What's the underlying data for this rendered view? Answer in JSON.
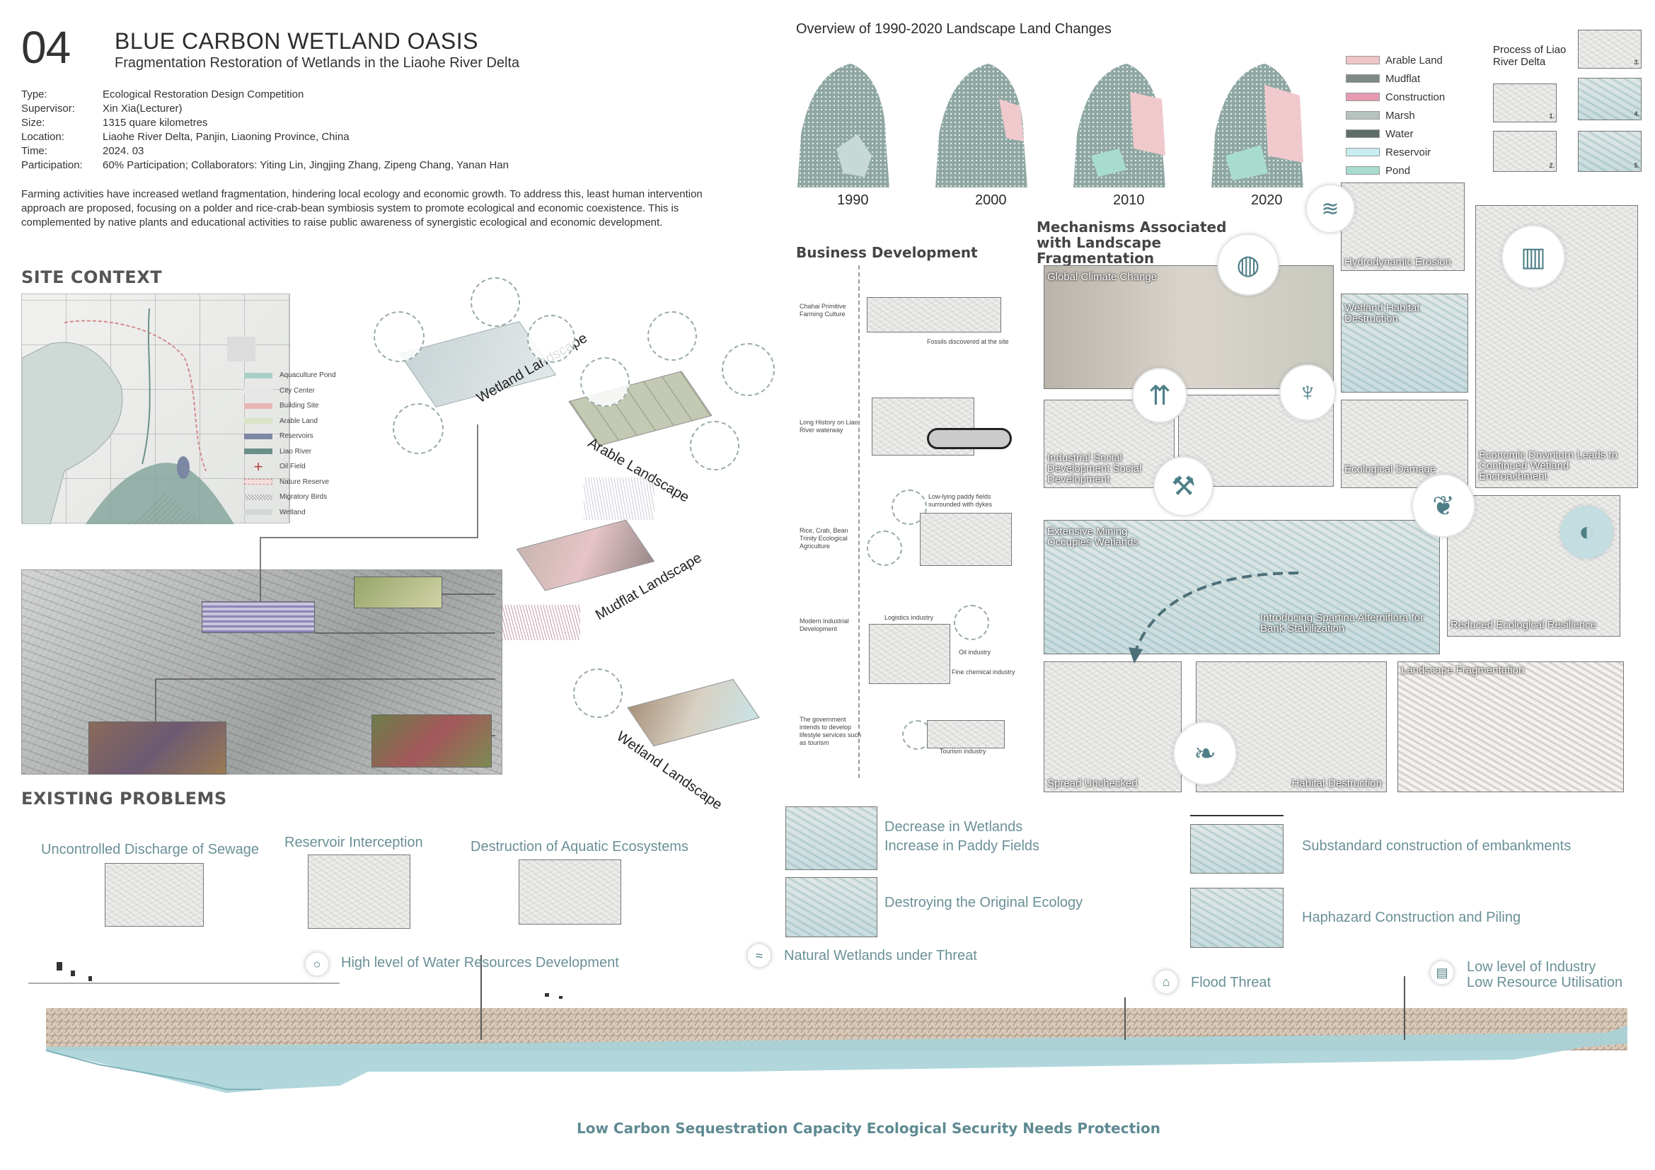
{
  "header": {
    "number": "04",
    "title": "BLUE CARBON WETLAND OASIS",
    "subtitle": "Fragmentation Restoration of Wetlands in the Liaohe River Delta"
  },
  "meta": [
    {
      "key": "Type:",
      "value": "Ecological Restoration Design Competition"
    },
    {
      "key": "Supervisor:",
      "value": "Xin Xia(Lecturer)"
    },
    {
      "key": "Size:",
      "value": "1315 quare kilometres"
    },
    {
      "key": "Location:",
      "value": "Liaohe River Delta, Panjin, Liaoning Province, China"
    },
    {
      "key": "Time:",
      "value": "2024. 03"
    },
    {
      "key": "Participation:",
      "value": "60% Participation; Collaborators: Yiting Lin, Jingjing Zhang, Zipeng Chang, Yanan Han"
    }
  ],
  "intro": "Farming activities have increased wetland fragmentation, hindering local ecology and economic growth. To address this, least human intervention approach are proposed, focusing on a polder and rice-crab-bean symbiosis system to promote ecological and economic coexistence. This is complemented by native plants and educational activities to raise public awareness of synergistic ecological and economic development.",
  "site_context": {
    "heading": "SITE CONTEXT",
    "legend": [
      {
        "label": "Aquaculture Pond",
        "color": "#a8cfc6"
      },
      {
        "label": "City Center",
        "color": "#e6e6e6"
      },
      {
        "label": "Building Site",
        "color": "#e7b7b5"
      },
      {
        "label": "Arable Land",
        "color": "#d8e3c8"
      },
      {
        "label": "Reservoirs",
        "color": "#7c87a3"
      },
      {
        "label": "Liao River",
        "color": "#6c9088"
      },
      {
        "label": "Oil Field",
        "color": "#b0443e"
      },
      {
        "label": "Nature Reserve",
        "color": "#e9b3b3"
      },
      {
        "label": "Migratory Birds",
        "color": "#9a9a9a"
      },
      {
        "label": "Wetland",
        "color": "#d3d7d6"
      }
    ],
    "landscapes": [
      "Wetland Landscape",
      "Arable Landscape",
      "Mudflat Landscape",
      "Wetland Landscape"
    ]
  },
  "overview": {
    "title": "Overview of 1990-2020 Landscape Land Changes",
    "years": [
      "1990",
      "2000",
      "2010",
      "2020"
    ],
    "legend": [
      {
        "label": "Arable Land",
        "color": "#efc6c8"
      },
      {
        "label": "Mudflat",
        "color": "#7d8a85"
      },
      {
        "label": "Construction",
        "color": "#e79bb0"
      },
      {
        "label": "Marsh",
        "color": "#b5c3c1"
      },
      {
        "label": "Water",
        "color": "#5f6d69"
      },
      {
        "label": "Reservoir",
        "color": "#c8eef0"
      },
      {
        "label": "Pond",
        "color": "#a7dccf"
      }
    ],
    "process_title": "Process of Liao River Delta",
    "process_nums": [
      "1.",
      "2.",
      "3.",
      "4.",
      "5."
    ]
  },
  "business": {
    "heading": "Business Development",
    "items": [
      {
        "label": "Chahai Primitive Farming Culture",
        "note": "Fossils discovered at the site"
      },
      {
        "label": "Long History on Liao River waterway",
        "note": ""
      },
      {
        "label": "Rice, Crab, Bean Trinity Ecological Agriculture",
        "note": "Low-lying paddy fields surrounded with dykes"
      },
      {
        "label": "Modern Industrial Development",
        "note": "Logistics industry"
      },
      {
        "label": "The government intends to develop lifestyle services such as tourism",
        "note": "Tourism industry"
      }
    ],
    "extra_notes": [
      "Oil industry",
      "Fine chemical industry"
    ]
  },
  "mechanisms": {
    "heading": "Mechanisms Associated with Landscape Fragmentation",
    "panels": [
      "Hydrodynamic Erosion",
      "Global Climate Change",
      "Wetland Habitat Destruction",
      "Industrial Social Development Social Development",
      "Ecological Damage",
      "Economic Downturn Leads to Continued Wetland Encroachment",
      "Extensive Mining Occupies Wetlands",
      "Introducing Spartina Alterniflora for Bank Stabilization",
      "Reduced Ecological Resilience",
      "Spread Unchecked",
      "Habitat Destruction",
      "Landscape Fragmentation"
    ]
  },
  "problems": {
    "heading": "EXISTING PROBLEMS",
    "left": [
      "Uncontrolled Discharge of Sewage",
      "Reservoir Interception",
      "Destruction of Aquatic Ecosystems"
    ],
    "mid": [
      "Decrease in Wetlands",
      "Increase in Paddy Fields",
      "Destroying the Original Ecology"
    ],
    "right": [
      "Substandard construction of embankments",
      "Haphazard Construction and Piling"
    ],
    "section_labels": [
      "High level of Water Resources Development",
      "Natural Wetlands under Threat",
      "Flood Threat",
      "Low level of Industry",
      "Low Resource Utilisation"
    ],
    "footer": "Low Carbon Sequestration Capacity Ecological Security Needs Protection"
  },
  "colors": {
    "teal": "#5f8a92",
    "water": "#a9d3d8",
    "pink": "#e8b4b8"
  }
}
